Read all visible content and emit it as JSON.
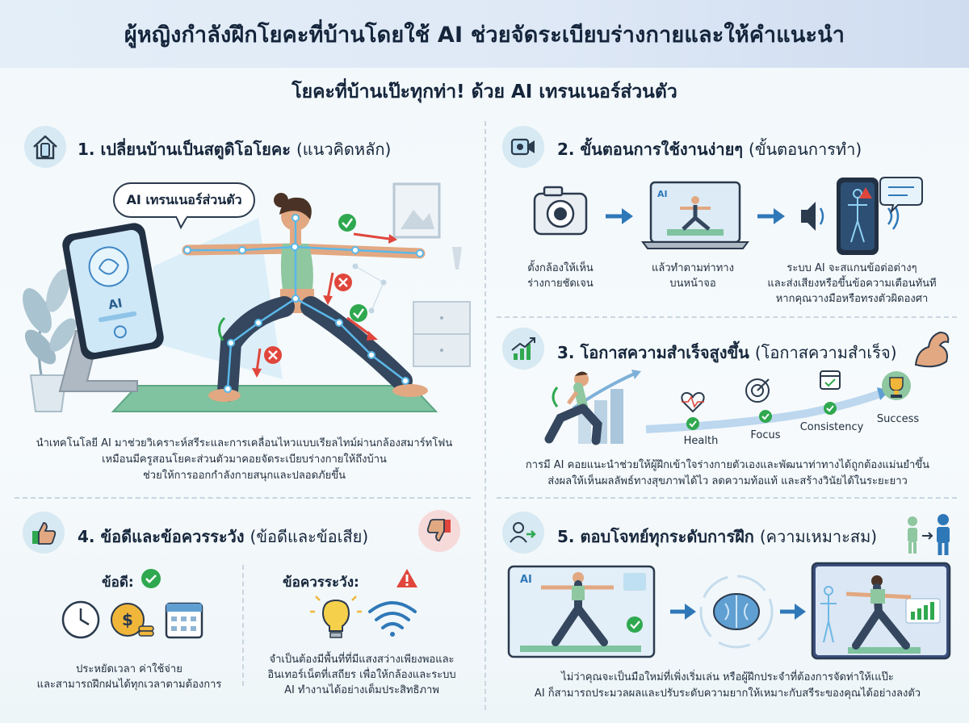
{
  "header": {
    "title": "ผู้หญิงกำลังฝึกโยคะที่บ้านโดยใช้ AI ช่วยจัดระเบียบร่างกายและให้คำแนะนำ",
    "subtitle": "โยคะที่บ้านเป๊ะทุกท่า! ด้วย AI เทรนเนอร์ส่วนตัว"
  },
  "section1": {
    "title": "1. เปลี่ยนบ้านเป็นสตูดิโอโยคะ",
    "title_paren": "(แนวคิดหลัก)",
    "bubble": "AI เทรนเนอร์ส่วนตัว",
    "screen_label": "AI",
    "body": [
      "นำเทคโนโลยี AI มาช่วยวิเคราะห์สรีระและการเคลื่อนไหวแบบเรียลไทม์ผ่านกล้องสมาร์ทโฟน",
      "เหมือนมีครูสอนโยคะส่วนตัวมาคอยจัดระเบียบร่างกายให้ถึงบ้าน",
      "ช่วยให้การออกกำลังกายสนุกและปลอดภัยขึ้น"
    ]
  },
  "section2": {
    "title": "2. ขั้นตอนการใช้งานง่ายๆ",
    "title_paren": "(ขั้นตอนการทำ)",
    "laptop_label": "AI",
    "steps": [
      {
        "lines": [
          "ตั้งกล้องให้เห็น",
          "ร่างกายชัดเจน"
        ]
      },
      {
        "lines": [
          "แล้วทำตามท่าทาง",
          "บนหน้าจอ"
        ]
      },
      {
        "lines": [
          "ระบบ AI จะสแกนข้อต่อต่างๆ",
          "และส่งเสียงหรือขึ้นข้อความเตือนทันที",
          "หากคุณวางมือหรือทรงตัวผิดองศา"
        ]
      }
    ]
  },
  "section3": {
    "title": "3. โอกาสความสำเร็จสูงขึ้น",
    "title_paren": "(โอกาสความสำเร็จ)",
    "milestones": [
      "Health",
      "Focus",
      "Consistency",
      "Success"
    ],
    "body": [
      "การมี AI คอยแนะนำช่วยให้ผู้ฝึกเข้าใจร่างกายตัวเองและพัฒนาท่าทางได้ถูกต้องแม่นยำขึ้น",
      "ส่งผลให้เห็นผลลัพธ์ทางสุขภาพได้ไว ลดความท้อแท้ และสร้างวินัยได้ในระยะยาว"
    ]
  },
  "section4": {
    "title": "4. ข้อดีและข้อควรระวัง",
    "title_paren": "(ข้อดีและข้อเสีย)",
    "pros_label": "ข้อดี:",
    "cons_label": "ข้อควรระวัง:",
    "pros_text": [
      "ประหยัดเวลา ค่าใช้จ่าย",
      "และสามารถฝึกฝนได้ทุกเวลาตามต้องการ"
    ],
    "cons_text": [
      "จำเป็นต้องมีพื้นที่ที่มีแสงสว่างเพียงพอและ",
      "อินเทอร์เน็ตที่เสถียร เพื่อให้กล้องและระบบ",
      "AI ทำงานได้อย่างเต็มประสิทธิภาพ"
    ]
  },
  "section5": {
    "title": "5. ตอบโจทย์ทุกระดับการฝึก",
    "title_paren": "(ความเหมาะสม)",
    "screen_label": "AI",
    "body": [
      "ไม่ว่าคุณจะเป็นมือใหม่ที่เพิ่งเริ่มเล่น หรือผู้ฝึกประจำที่ต้องการจัดท่าให้เแป๊ะ",
      "AI ก็สามารถประมวลผลและปรับระดับความยากให้เหมาะกับสรีระของคุณได้อย่างลงตัว"
    ]
  },
  "colors": {
    "accent_blue": "#2f78b8",
    "correct_green": "#2fa84f",
    "error_red": "#e0463c",
    "mat_green": "#7fc3a0",
    "skin": "#e2a882",
    "legging": "#34475e",
    "top_green": "#8ec7a0"
  }
}
